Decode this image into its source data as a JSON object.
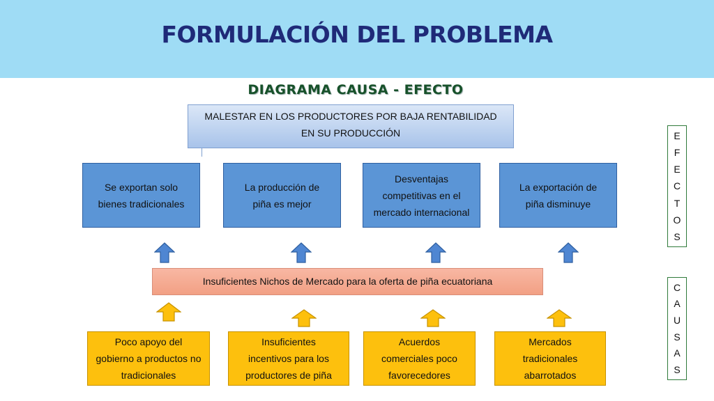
{
  "slide_title": "FORMULACIÓN DEL PROBLEMA",
  "diagram_title": "DIAGRAMA CAUSA - EFECTO",
  "problem": "MALESTAR EN LOS PRODUCTORES POR BAJA RENTABILIDAD\nEN SU PRODUCCIÓN",
  "effects": [
    "Se exportan solo\nbienes tradicionales",
    "La producción de\npiña es mejor",
    "Desventajas\ncompetitivas en el\nmercado internacional",
    "La exportación de\npiña disminuye"
  ],
  "main_cause": "Insuficientes Nichos de Mercado para la oferta de piña ecuatoriana",
  "causes": [
    "Poco apoyo del\ngobierno a productos no\ntradicionales",
    "Insuficientes\nincentivos para los\nproductores de piña",
    "Acuerdos\ncomerciales poco\nfavorecedores",
    "Mercados\ntradicionales\nabarrotados"
  ],
  "side_labels": {
    "effects": [
      "E",
      "F",
      "E",
      "C",
      "T",
      "O",
      "S"
    ],
    "causes": [
      "C",
      "A",
      "U",
      "S",
      "A",
      "S"
    ]
  },
  "colors": {
    "header": "#9fdcf5",
    "effect_box": "#5b95d6",
    "cause_box": "#fdc00d",
    "main_cause": "#f2a084",
    "blue_arrow": "#4f86d2",
    "yellow_arrow": "#fdc00d"
  },
  "icons": {
    "effect_arrow": "up-arrow-icon",
    "cause_arrow": "up-arrow-icon"
  }
}
